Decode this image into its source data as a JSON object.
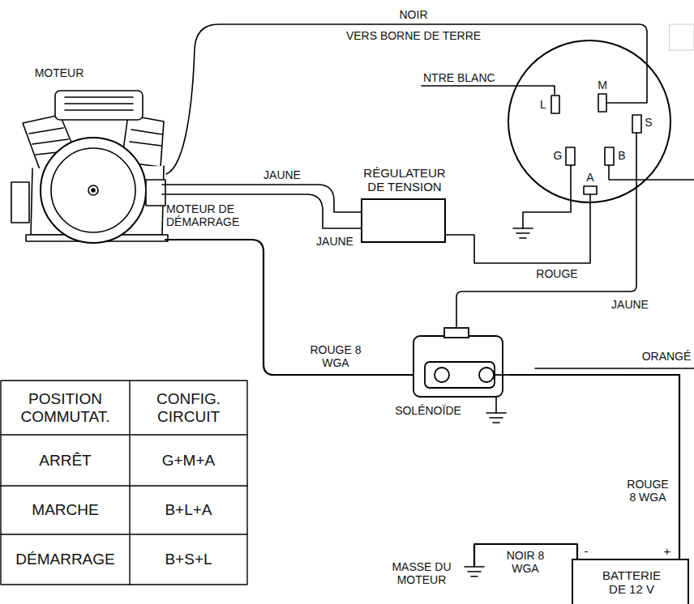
{
  "diagram": {
    "nodes": [
      {
        "text": [
          "RÉGULATEUR DE TENSION"
        ]
      },
      {
        "text": [
          "SOLÉNOÏDE"
        ]
      },
      {
        "text": [
          "-",
          "+",
          "BATTERIE DE 12 V"
        ]
      }
    ],
    "edges": [
      {
        "from": 1,
        "to": 2,
        "arrow": "none",
        "label": "ROUGE 8 WGA"
      }
    ],
    "labels": [
      "NOIR",
      "VERS BORNE DE TERRE",
      "MOTEUR",
      "NTRE BLANC",
      "L",
      "M",
      "S",
      "G",
      "B",
      "A",
      "JAUNE",
      "MOTEUR DE DÉMARRAGE",
      "JAUNE",
      "ROUGE",
      "JAUNE",
      "ROUGE 8 WGA",
      "ORANGÉ",
      "NOIR 8 WGA",
      "MASSE DU MOTEUR",
      "POSITION COMMUTAT.",
      "CONFIG. CIRCUIT",
      "ARRÊT",
      "G+M+A",
      "MARCHE",
      "B+L+A",
      "DÉMARRAGE",
      "B+S+L"
    ]
  }
}
